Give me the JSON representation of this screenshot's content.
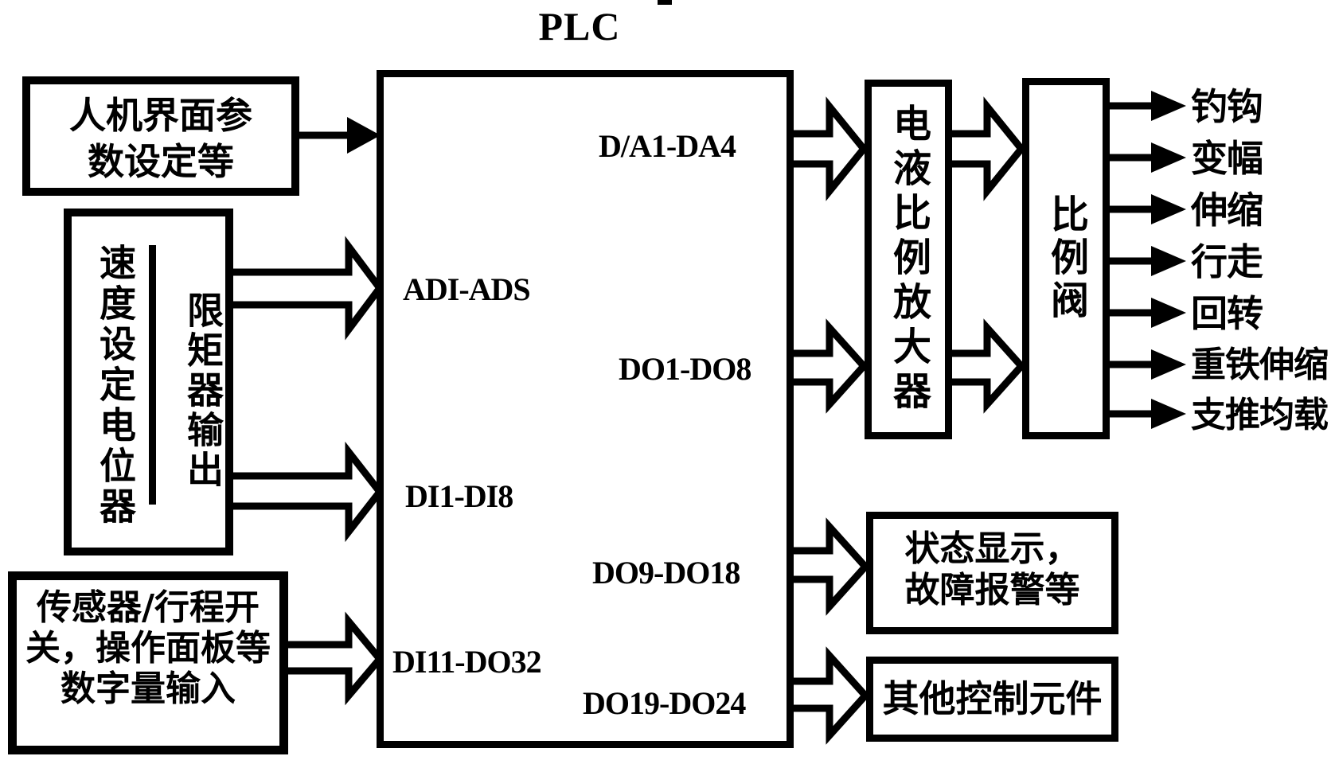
{
  "diagram": {
    "plc_title": "PLC",
    "boxes": {
      "hmi": {
        "lines": [
          "人机界面参",
          "数设定等"
        ]
      },
      "speed": {
        "left_column": "速度设定电位器",
        "right_column": "限矩器输出"
      },
      "sensor": {
        "lines": [
          "传感器/行程开",
          "关，操作面板等",
          "数字量输入"
        ]
      },
      "amplifier": {
        "text": "电液比例放大器"
      },
      "valve": {
        "text": "比例阀"
      },
      "status": {
        "lines": [
          "状态显示，",
          "故障报警等"
        ]
      },
      "other": {
        "text": "其他控制元件"
      }
    },
    "plc_ports": {
      "analog_in": "ADI-ADS",
      "analog_out": "D/A1-DA4",
      "digital_in_1": "DI1-DI8",
      "digital_out_1": "DO1-DO8",
      "digital_in_2": "DI11-DO32",
      "digital_out_2": "DO9-DO18",
      "digital_out_3": "DO19-DO24"
    },
    "outputs": [
      "钓钩",
      "变幅",
      "伸缩",
      "行走",
      "回转",
      "重铁伸缩",
      "支推均载"
    ],
    "colors": {
      "ink": "#000000",
      "background": "#ffffff"
    }
  }
}
